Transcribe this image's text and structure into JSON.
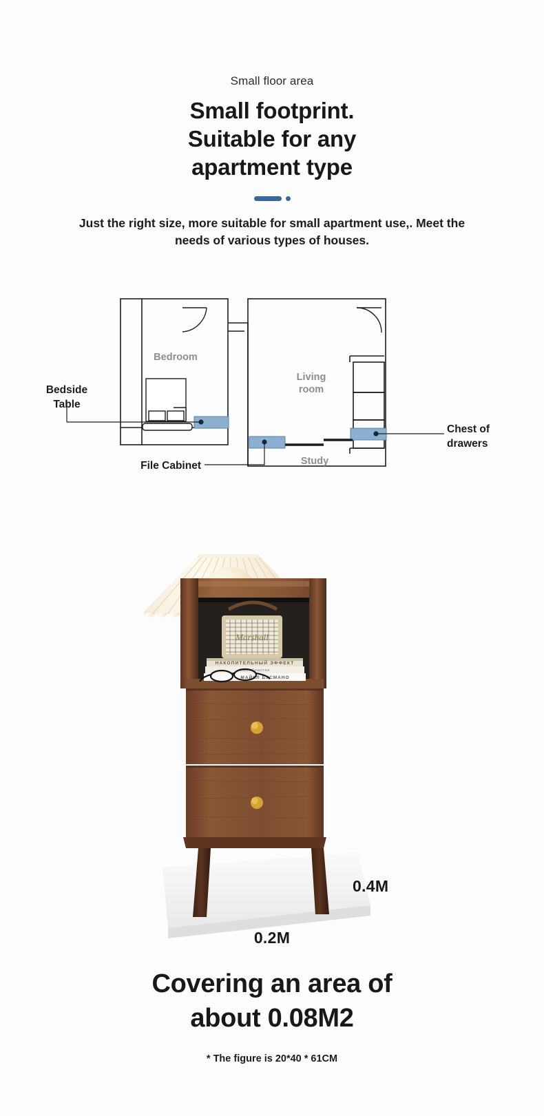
{
  "header": {
    "eyebrow": "Small floor area",
    "headline_line1": "Small footprint.",
    "headline_line2": "Suitable for any",
    "headline_line3": "apartment type",
    "subcopy": "Just the right size, more suitable for small apartment use,. Meet the needs of various types of houses.",
    "divider_color": "#36699e"
  },
  "floor_plan": {
    "rooms": [
      {
        "key": "bedroom",
        "label": "Bedroom"
      },
      {
        "key": "living_room_line1",
        "label": "Living"
      },
      {
        "key": "living_room_line2",
        "label": "room"
      },
      {
        "key": "study",
        "label": "Study"
      }
    ],
    "callouts": [
      {
        "key": "bedside_table_line1",
        "label": "Bedside"
      },
      {
        "key": "bedside_table_line2",
        "label": "Table"
      },
      {
        "key": "file_cabinet",
        "label": "File Cabinet"
      },
      {
        "key": "chest_line1",
        "label": "Chest of"
      },
      {
        "key": "chest_line2",
        "label": "drawers"
      }
    ],
    "highlight_color": "#8cb0d0",
    "highlight_stroke": "#5b7fa3",
    "marker_color": "#16283d",
    "wall_color": "#1b1c1e",
    "room_label_color": "#8e8e90"
  },
  "product": {
    "alt_name": "walnut bedside table with pleated lamp, speaker, books and glasses",
    "dimension_height": "0.4M",
    "dimension_width": "0.2M",
    "wood_dark": "#4a2a1c",
    "wood_mid": "#7b4a30",
    "wood_light": "#96603f",
    "knob_color": "#d6a233",
    "platform_color": "#f0f0f0"
  },
  "footer": {
    "bigline_1": "Covering an area of",
    "bigline_2": "about 0.08M2",
    "footnote": "* The figure is 20*40 * 61CM"
  }
}
